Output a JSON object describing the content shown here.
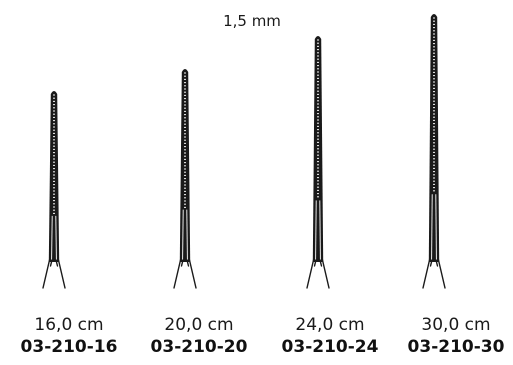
{
  "tip_width_label": "1,5 mm",
  "line_color": "#1a1a1a",
  "instruments": [
    {
      "length": "16,0 cm",
      "code": "03-210-16",
      "icon": "forceps-serrated-tip-icon"
    },
    {
      "length": "20,0 cm",
      "code": "03-210-20",
      "icon": "forceps-serrated-tip-icon"
    },
    {
      "length": "24,0 cm",
      "code": "03-210-24",
      "icon": "forceps-serrated-tip-icon"
    },
    {
      "length": "30,0 cm",
      "code": "03-210-30",
      "icon": "forceps-serrated-tip-icon"
    }
  ]
}
